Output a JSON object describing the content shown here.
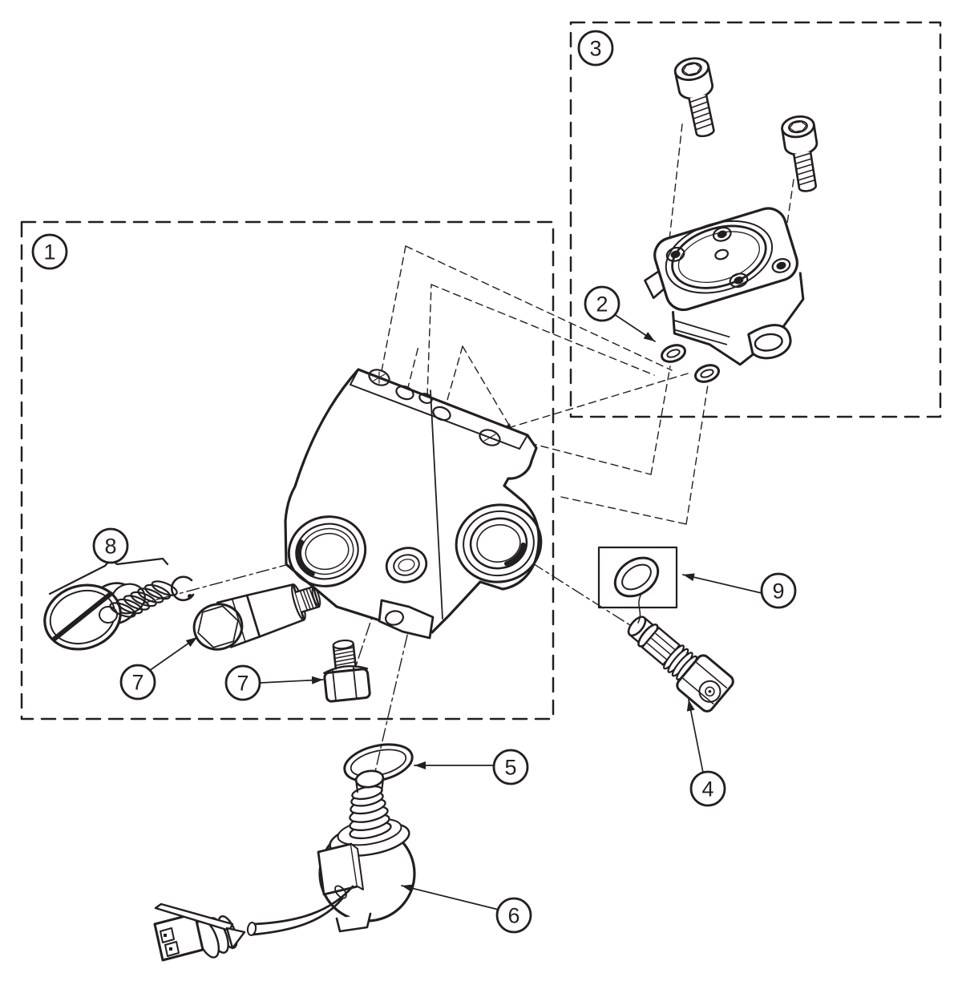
{
  "diagram": {
    "background": "#ffffff",
    "line_color": "#231f20",
    "callouts": [
      {
        "id": "1",
        "label": "1"
      },
      {
        "id": "2",
        "label": "2"
      },
      {
        "id": "3",
        "label": "3"
      },
      {
        "id": "4",
        "label": "4"
      },
      {
        "id": "5",
        "label": "5"
      },
      {
        "id": "6",
        "label": "6"
      },
      {
        "id": "7a",
        "label": "7"
      },
      {
        "id": "7b",
        "label": "7"
      },
      {
        "id": "8",
        "label": "8"
      },
      {
        "id": "9",
        "label": "9"
      }
    ]
  }
}
